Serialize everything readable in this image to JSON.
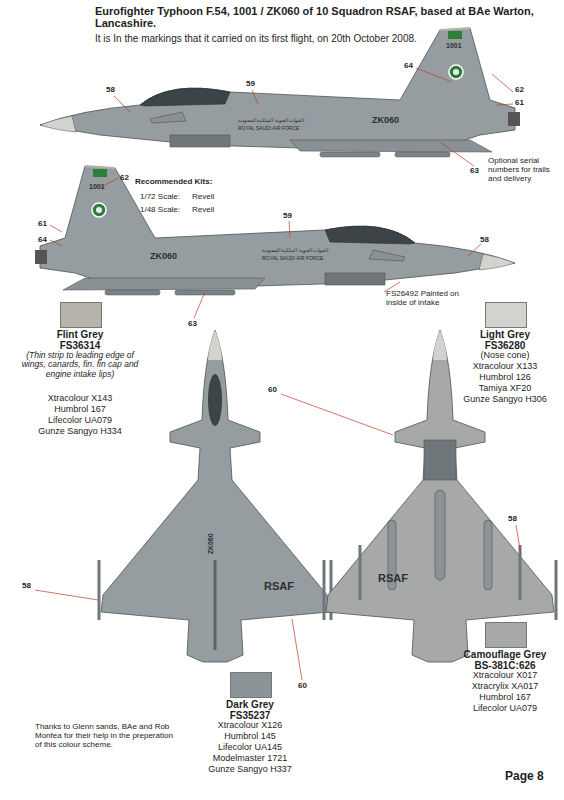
{
  "diagram": {
    "title": "Eurofighter Typhoon F.54, 1001 / ZK060 of 10 Squadron RSAF, based at BAe Warton, Lancashire.",
    "labels": [
      "It is In the markings that it carried on its first flight, on 20th October 2008.",
      "58",
      "59",
      "64",
      "62",
      "61",
      "القوات الجوية الملكية السعودية",
      "ROYAL SAUDI AIR FORCE",
      "ZK060",
      "1001",
      "63",
      "Optional serial numbers for trails and delivery",
      "62",
      "1001",
      "61",
      "64",
      "Recommended Kits:",
      "1/72 Scale:",
      "Revell",
      "1/48 Scale:",
      "Revell",
      "59",
      "58",
      "ZK060",
      "القوات الجوية الملكية السعودية",
      "ROYAL SAUDI AIR FORCE",
      "FS26492 Painted on inside of intake",
      "63",
      "FS36314",
      "(Thin strip to leading edge of wings, canards, fin. fin cap and engine intake lips)",
      "Xtracolour X143",
      "Humbrol 167",
      "Lifecolor UA079",
      "Gunze Sangyo H334",
      "FS36280",
      "(Nose cone)",
      "Xtracolour X133",
      "Humbrol 126",
      "Tamiya XF20",
      "Gunze Sangyo H306",
      "60",
      "58",
      "RSAF",
      "ZK060",
      "RSAF",
      "58",
      "BS-381C:626",
      "Xtracolour X017",
      "Xtracrylix XA017",
      "Humbrol 167",
      "Lifecolor UA079",
      "60",
      "FS35237",
      "Xtracolour X126",
      "Humbrol 145",
      "Lifecolor UA145",
      "Modelmaster 1721",
      "Gunze Sangyo H337",
      "Thanks to Glenn sands, BAe and Rob Monfea for their help in the preperation of this colour scheme.",
      "Page 8"
    ],
    "legend": [
      {
        "text": "Flint Grey",
        "color": "#b8b4ac"
      },
      {
        "text": "Light Grey",
        "color": "#d2d2ce"
      },
      {
        "text": "Camouflage Grey",
        "color": "#a6a9a8"
      },
      {
        "text": "Dark Grey",
        "color": "#8d9497"
      }
    ]
  }
}
